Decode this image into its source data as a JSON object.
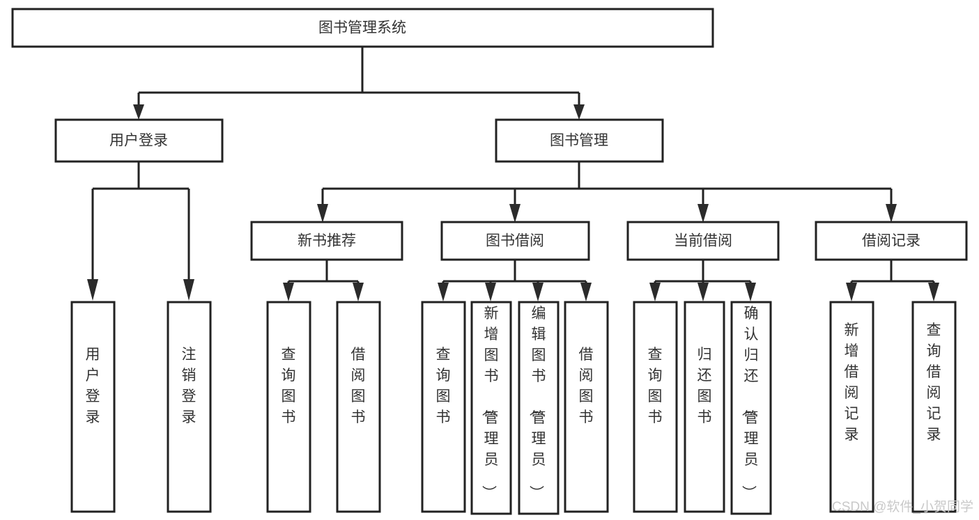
{
  "diagram": {
    "title": "图书管理系统",
    "type": "tree",
    "orientation": "top-down",
    "watermark": "CSDN @软件_小贺同学",
    "colors": {
      "background": "#ffffff",
      "box_border": "#222222",
      "box_fill": "#ffffff",
      "text": "#333333",
      "connector": "#222222",
      "watermark": "#c9c9c9"
    },
    "levels": [
      {
        "level": 0,
        "nodes": [
          {
            "id": "root",
            "label": "图书管理系统",
            "orientation": "horizontal"
          }
        ]
      },
      {
        "level": 1,
        "nodes": [
          {
            "id": "login",
            "label": "用户登录",
            "orientation": "horizontal",
            "parent": "root"
          },
          {
            "id": "bookmgmt",
            "label": "图书管理",
            "orientation": "horizontal",
            "parent": "root"
          }
        ]
      },
      {
        "level": 2,
        "nodes": [
          {
            "id": "newbook",
            "label": "新书推荐",
            "orientation": "horizontal",
            "parent": "bookmgmt"
          },
          {
            "id": "borrow",
            "label": "图书借阅",
            "orientation": "horizontal",
            "parent": "bookmgmt"
          },
          {
            "id": "current",
            "label": "当前借阅",
            "orientation": "horizontal",
            "parent": "bookmgmt"
          },
          {
            "id": "records",
            "label": "借阅记录",
            "orientation": "horizontal",
            "parent": "bookmgmt"
          }
        ]
      },
      {
        "level": 3,
        "nodes": [
          {
            "id": "leaf-user-login",
            "label": "用户登录",
            "orientation": "vertical",
            "parent": "login"
          },
          {
            "id": "leaf-user-logout",
            "label": "注销登录",
            "orientation": "vertical",
            "parent": "login"
          },
          {
            "id": "leaf-query-book-1",
            "label": "查询图书",
            "orientation": "vertical",
            "parent": "newbook"
          },
          {
            "id": "leaf-borrow-book-1",
            "label": "借阅图书",
            "orientation": "vertical",
            "parent": "newbook"
          },
          {
            "id": "leaf-query-book-2",
            "label": "查询图书",
            "orientation": "vertical",
            "parent": "borrow"
          },
          {
            "id": "leaf-add-book",
            "label": "新增图书（管理员）",
            "orientation": "vertical",
            "parent": "borrow"
          },
          {
            "id": "leaf-edit-book",
            "label": "编辑图书（管理员）",
            "orientation": "vertical",
            "parent": "borrow"
          },
          {
            "id": "leaf-borrow-book-2",
            "label": "借阅图书",
            "orientation": "vertical",
            "parent": "borrow"
          },
          {
            "id": "leaf-query-book-3",
            "label": "查询图书",
            "orientation": "vertical",
            "parent": "current"
          },
          {
            "id": "leaf-return-book",
            "label": "归还图书",
            "orientation": "vertical",
            "parent": "current"
          },
          {
            "id": "leaf-confirm-return",
            "label": "确认归还（管理员）",
            "orientation": "vertical",
            "parent": "current"
          },
          {
            "id": "leaf-add-record",
            "label": "新增借阅记录",
            "orientation": "vertical",
            "parent": "records"
          },
          {
            "id": "leaf-query-record",
            "label": "查询借阅记录",
            "orientation": "vertical",
            "parent": "records"
          }
        ]
      }
    ]
  }
}
